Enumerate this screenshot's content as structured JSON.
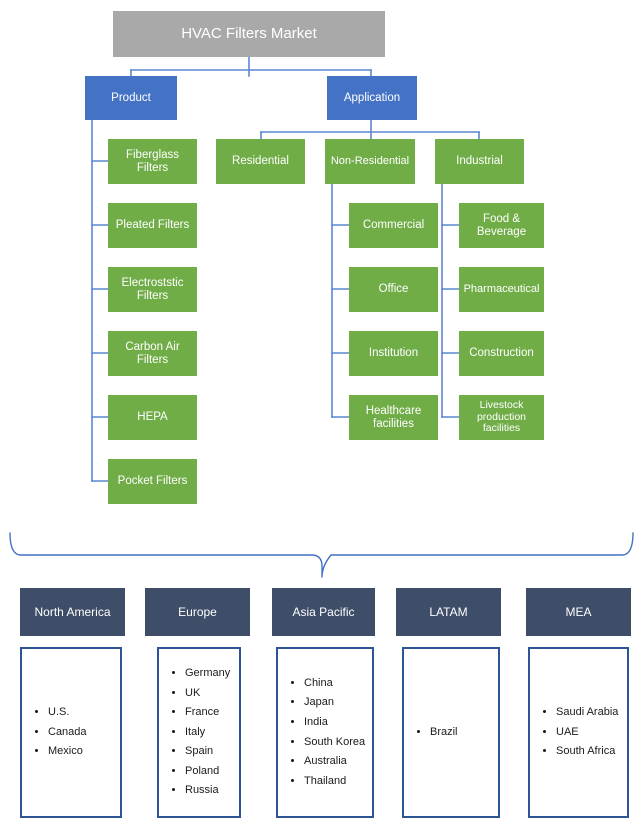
{
  "chart_data": {
    "type": "diagram",
    "title": "HVAC Filters Market",
    "description": "Market segmentation tree diagram with product, application and regional breakdown"
  },
  "colors": {
    "root": "#a9a9a9",
    "level1": "#4472c4",
    "leaf": "#70ad47",
    "region_header": "#3e4d68",
    "region_border": "#2f5496",
    "connector": "#4472c4"
  },
  "root": {
    "label": "HVAC Filters Market"
  },
  "branches": {
    "product": {
      "label": "Product",
      "children": [
        {
          "label": "Fiberglass Filters"
        },
        {
          "label": "Pleated Filters"
        },
        {
          "label": "Electroststic Filters"
        },
        {
          "label": "Carbon Air Filters"
        },
        {
          "label": "HEPA"
        },
        {
          "label": "Pocket Filters"
        }
      ]
    },
    "application": {
      "label": "Application",
      "children": [
        {
          "label": "Residential",
          "children": []
        },
        {
          "label": "Non-Residential",
          "children": [
            {
              "label": "Commercial"
            },
            {
              "label": "Office"
            },
            {
              "label": "Institution"
            },
            {
              "label": "Healthcare facilities"
            }
          ]
        },
        {
          "label": "Industrial",
          "children": [
            {
              "label": "Food & Beverage"
            },
            {
              "label": "Pharmaceutical"
            },
            {
              "label": "Construction"
            },
            {
              "label": "Livestock production facilities"
            }
          ]
        }
      ]
    }
  },
  "regions": [
    {
      "name": "North America",
      "countries": [
        "U.S.",
        "Canada",
        "Mexico"
      ]
    },
    {
      "name": "Europe",
      "countries": [
        "Germany",
        "UK",
        "France",
        "Italy",
        "Spain",
        "Poland",
        "Russia"
      ]
    },
    {
      "name": "Asia Pacific",
      "countries": [
        "China",
        "Japan",
        "India",
        "South Korea",
        "Australia",
        "Thailand"
      ]
    },
    {
      "name": "LATAM",
      "countries": [
        "Brazil"
      ]
    },
    {
      "name": "MEA",
      "countries": [
        "Saudi Arabia",
        "UAE",
        "South Africa"
      ]
    }
  ]
}
